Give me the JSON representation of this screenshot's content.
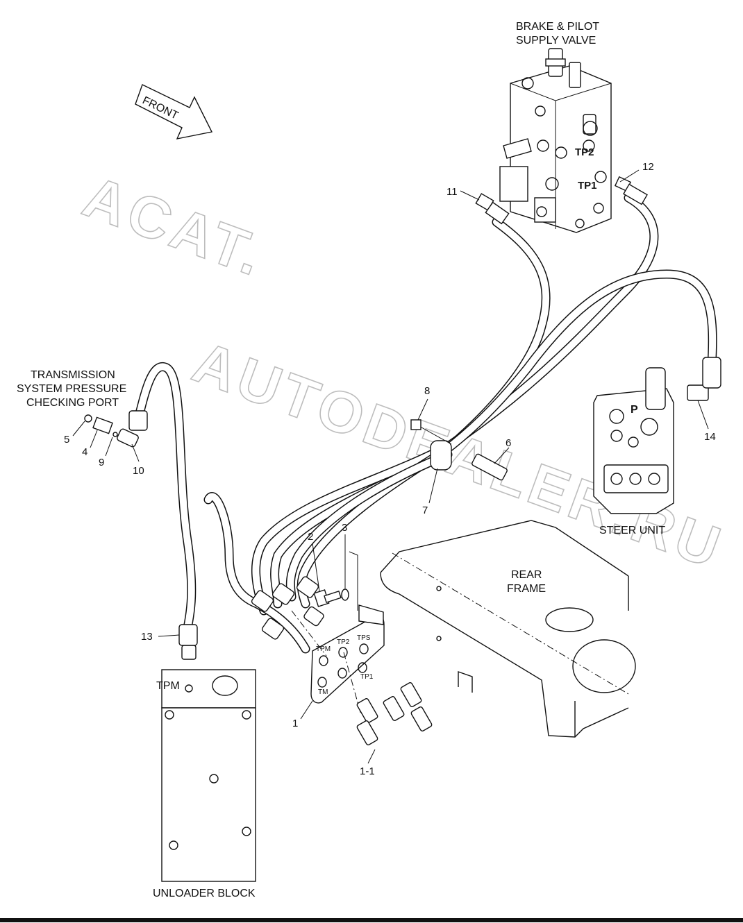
{
  "diagram": {
    "labels": {
      "brake_valve_line1": "BRAKE & PILOT",
      "brake_valve_line2": "SUPPLY VALVE",
      "front": "FRONT",
      "trans_line1": "TRANSMISSION",
      "trans_line2": "SYSTEM PRESSURE",
      "trans_line3": "CHECKING PORT",
      "steer_unit": "STEER UNIT",
      "rear_frame_line1": "REAR",
      "rear_frame_line2": "FRAME",
      "tpm_port": "TPM",
      "unloader_block": "UNLOADER BLOCK",
      "valve_tp1": "TP1",
      "valve_tp2": "TP2",
      "steer_p": "P"
    },
    "plate_marks": {
      "tpm": "TPM",
      "tp2": "TP2",
      "tps": "TPS",
      "tm": "TM",
      "tp1": "TP1"
    },
    "callouts": {
      "c1": "1",
      "c1_1": "1-1",
      "c2": "2",
      "c3": "3",
      "c4": "4",
      "c5": "5",
      "c6": "6",
      "c7": "7",
      "c8": "8",
      "c9": "9",
      "c10": "10",
      "c11": "11",
      "c12": "12",
      "c13": "13",
      "c14": "14"
    },
    "watermark_line1": "ACAT.",
    "watermark_line2": "AUTODEALER.RU"
  }
}
